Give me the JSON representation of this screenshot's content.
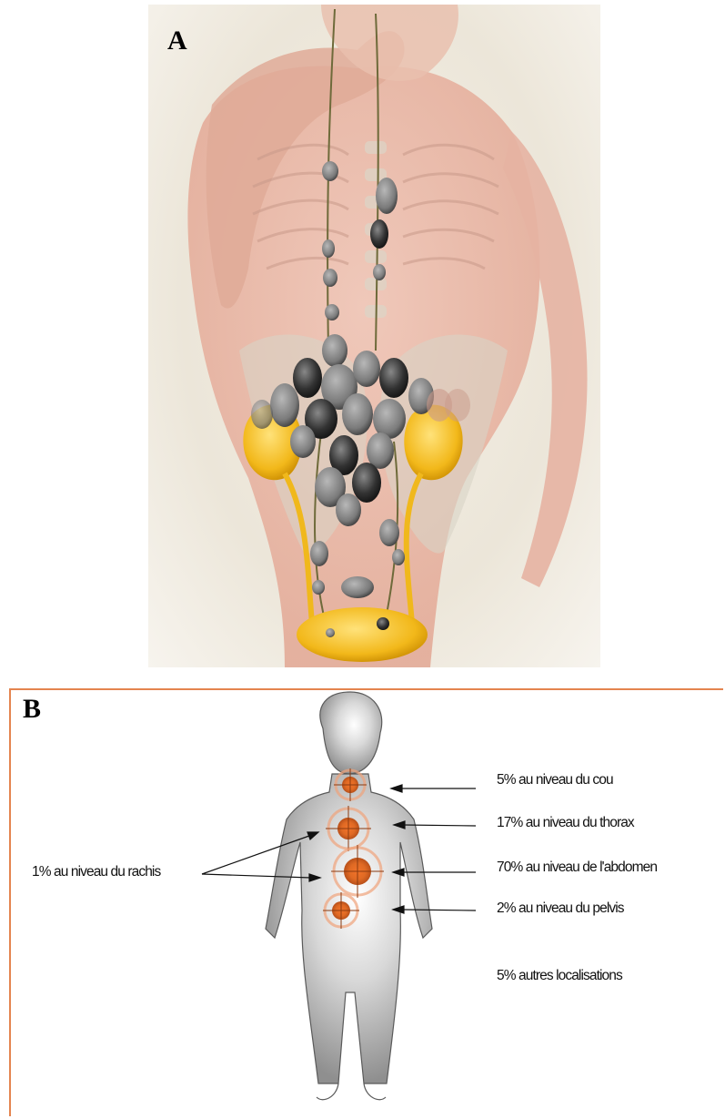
{
  "panels": {
    "a": {
      "letter": "A"
    },
    "b": {
      "letter": "B",
      "labels": {
        "neck": "5% au niveau du cou",
        "thorax": "17% au niveau du thorax",
        "abdomen": "70% au niveau de l'abdomen",
        "pelvis": "2% au niveau du pelvis",
        "other": "5% autres localisations",
        "spine": "1% au niveau du rachis"
      }
    }
  },
  "colors": {
    "accent_orange": "#e4844f",
    "tumor_grey": "#8a8a8a",
    "adrenal_yellow": "#f0b81c",
    "skin_pink": "#e8b8a8"
  }
}
